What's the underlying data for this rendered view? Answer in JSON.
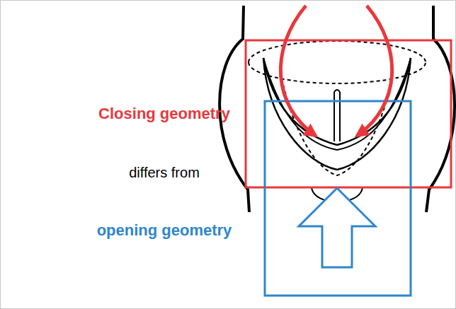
{
  "diagram": {
    "labels": [
      "Closing geometry",
      "differs from",
      "opening geometry"
    ]
  }
}
